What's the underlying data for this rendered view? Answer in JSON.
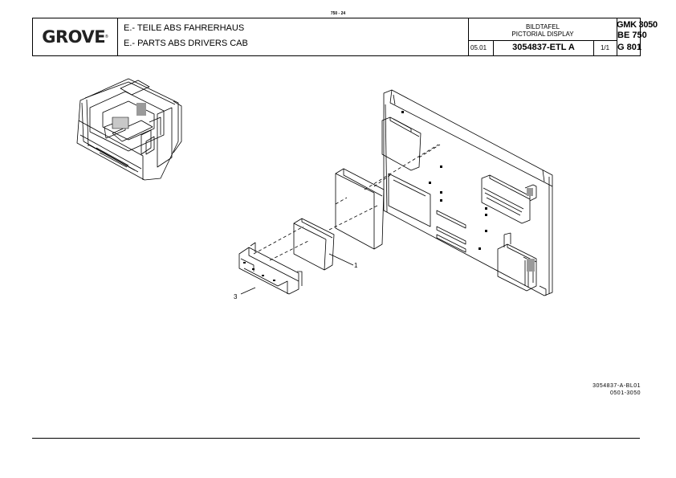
{
  "page_number": "750 - 24",
  "logo": {
    "word": "GROVE",
    "reg": "®"
  },
  "header": {
    "desc_de": "E.- TEILE ABS FAHRERHAUS",
    "desc_en": "E.- PARTS ABS DRIVERS CAB",
    "picture_title_de": "BILDTAFEL",
    "picture_title_en": "PICTORIAL DISPLAY",
    "date": "05.01",
    "picture_number": "3054837-ETL A",
    "sheet": "1/1",
    "model_1": "GMK 3050",
    "model_2": "BE 750",
    "model_3": "G 801"
  },
  "callouts": [
    "1",
    "3"
  ],
  "reference": {
    "line_1": "3054837-A-BL01",
    "line_2": "0501-3050"
  },
  "colors": {
    "line": "#000000",
    "shade": "#9a9a9a",
    "paper": "#ffffff"
  }
}
